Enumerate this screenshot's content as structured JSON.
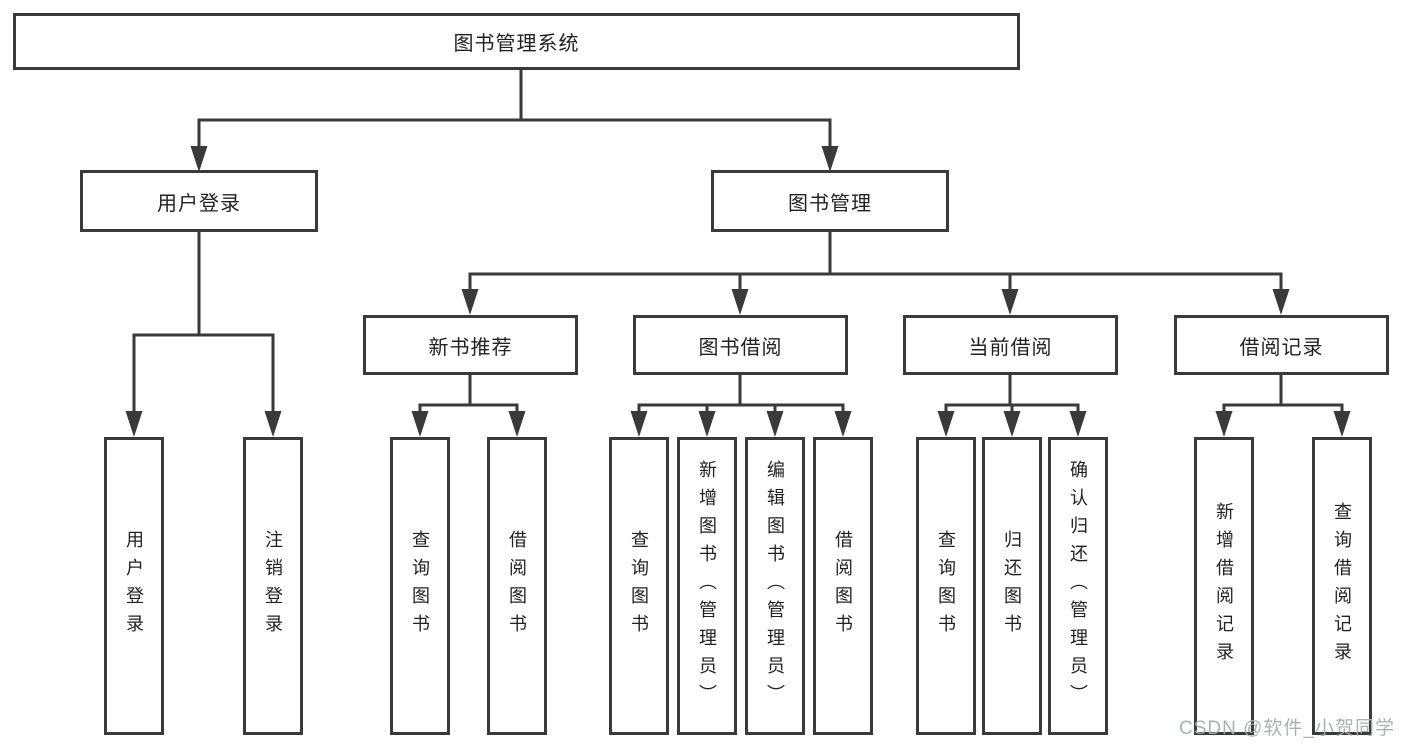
{
  "tree": {
    "root": {
      "label": "图书管理系统"
    },
    "branches": [
      {
        "label": "用户登录",
        "children": [
          {
            "label": "用户登录"
          },
          {
            "label": "注销登录"
          }
        ]
      },
      {
        "label": "图书管理",
        "children": [
          {
            "label": "新书推荐",
            "children": [
              {
                "label": "查询图书"
              },
              {
                "label": "借阅图书"
              }
            ]
          },
          {
            "label": "图书借阅",
            "children": [
              {
                "label": "查询图书"
              },
              {
                "label": "新增图书（管理员）"
              },
              {
                "label": "编辑图书（管理员）"
              },
              {
                "label": "借阅图书"
              }
            ]
          },
          {
            "label": "当前借阅",
            "children": [
              {
                "label": "查询图书"
              },
              {
                "label": "归还图书"
              },
              {
                "label": "确认归还（管理员）"
              }
            ]
          },
          {
            "label": "借阅记录",
            "children": [
              {
                "label": "新增借阅记录"
              },
              {
                "label": "查询借阅记录"
              }
            ]
          }
        ]
      }
    ]
  },
  "watermark": {
    "text": "CSDN @软件_小贺同学"
  },
  "colors": {
    "line": "#3a3a3a",
    "text": "#222222",
    "watermark": "#a8adb4",
    "background": "#ffffff"
  }
}
